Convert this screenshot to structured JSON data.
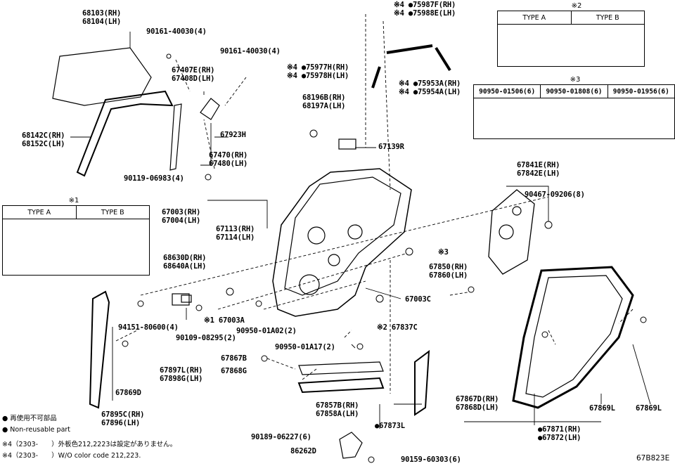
{
  "labels": {
    "g68103": "68103(RH)",
    "g68104": "68104(LH)",
    "g90161a": "90161-40030(4)",
    "g90161b": "90161-40030(4)",
    "g67407": "67407E(RH)",
    "g67408": "67408D(LH)",
    "g68142": "68142C(RH)",
    "g68152": "68152C(LH)",
    "g67923": "67923H",
    "g67470": "67470(RH)",
    "g67480": "67480(LH)",
    "g90119": "90119-06983(4)",
    "g75987": "※4 ●75987F(RH)",
    "g75988": "※4 ●75988E(LH)",
    "g75977": "※4 ●75977H(RH)",
    "g75978": "※4 ●75978H(LH)",
    "g75953": "※4 ●75953A(RH)",
    "g75954": "※4 ●75954A(LH)",
    "g68196": "68196B(RH)",
    "g68197": "68197A(LH)",
    "g67139": "67139R",
    "g67841": "67841E(RH)",
    "g67842": "67842E(LH)",
    "g90467": "90467-09206(8)",
    "g67003": "67003(RH)",
    "g67004": "67004(LH)",
    "g67113": "67113(RH)",
    "g67114": "67114(LH)",
    "g3": "※3",
    "g68630": "68630D(RH)",
    "g68640": "68640A(LH)",
    "g67850": "67850(RH)",
    "g67860": "67860(LH)",
    "g67003c": "67003C",
    "g94151": "94151-80600(4)",
    "g67003a": "※1 67003A",
    "g90109": "90109-08295(2)",
    "g90950a": "90950-01A02(2)",
    "g67837": "※2 67837C",
    "g90950b": "90950-01A17(2)",
    "g67867b": "67867B",
    "g67897": "67897L(RH)",
    "g67898": "67898G(LH)",
    "g67868": "67868G",
    "g67869d": "67869D",
    "g67895": "67895C(RH)",
    "g67896": "67896(LH)",
    "g67857": "67857B(RH)",
    "g67858": "67858A(LH)",
    "g67873": "●67873L",
    "g67867d": "67867D(RH)",
    "g67868d": "67868D(LH)",
    "g67869l1": "67869L",
    "g67869l2": "67869L",
    "g67871": "●67871(RH)",
    "g67872": "●67872(LH)",
    "g90189": "90189-06227(6)",
    "g86262": "86262D",
    "g90159": "90159-60303(6)"
  },
  "legend2": {
    "mark": "※2",
    "a": "TYPE A",
    "b": "TYPE B"
  },
  "legend3": {
    "mark": "※3",
    "c1": "90950-01506(6)",
    "c2": "90950-01808(6)",
    "c3": "90950-01956(6)"
  },
  "legend1": {
    "mark": "※1",
    "a": "TYPE A",
    "b": "TYPE B"
  },
  "notes": {
    "n1": "● 再使用不可部品",
    "n2": "● Non-reusable part",
    "n3": "※4（2303-　　）外板色212,2223は設定がありません。",
    "n4": "※4（2303-　　）W/O color code 212,223."
  },
  "code": "67B823E"
}
